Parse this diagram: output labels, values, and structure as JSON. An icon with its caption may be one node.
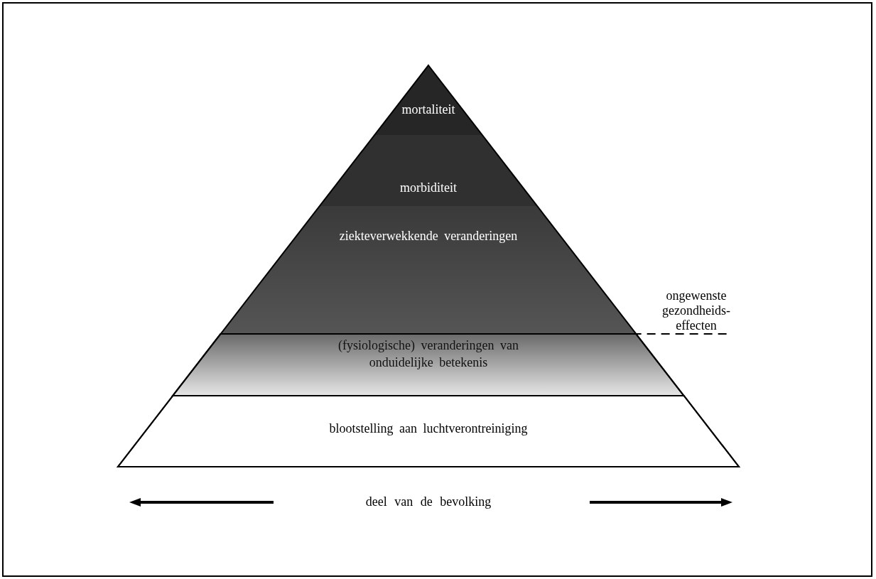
{
  "diagram": {
    "nodes": [
      {
        "text": [
          "mortaliteit"
        ]
      },
      {
        "text": [
          "morbiditeit"
        ]
      },
      {
        "text": [
          "ziekteverwekkende veranderingen"
        ]
      },
      {
        "text": [
          "(fysiologische) veranderingen van onduidelijke betekenis"
        ]
      },
      {
        "text": [
          "blootstelling aan luchtverontreiniging"
        ]
      }
    ],
    "edges": [],
    "labels": [
      "ongewenste gezondheids-effecten",
      "deel van de bevolking"
    ]
  }
}
